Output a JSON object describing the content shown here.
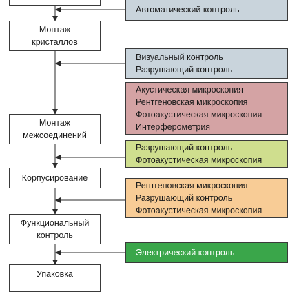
{
  "steps": [
    {
      "lines": [
        ""
      ]
    },
    {
      "lines": [
        "Монтаж",
        "кристаллов"
      ]
    },
    {
      "lines": [
        "Монтаж",
        "межсоединений"
      ]
    },
    {
      "lines": [
        "Корпусирование"
      ]
    },
    {
      "lines": [
        "Функциональный",
        "контроль"
      ]
    },
    {
      "lines": [
        "Упаковка"
      ]
    }
  ],
  "checks": [
    {
      "lines": [
        "Автоматический контроль"
      ],
      "color": "#c9d4dc"
    },
    {
      "lines": [
        "Визуальный контроль",
        "Разрушающий контроль"
      ],
      "color": "#c9d4dc"
    },
    {
      "lines": [
        "Акустическая микроскопия",
        "Рентгеновская микроскопия",
        "Фотоакустическая микроскопия",
        "Интерферометрия"
      ],
      "color": "#d4a3a4"
    },
    {
      "lines": [
        "Разрушающий контроль",
        "Фотоакустическая микроскопия"
      ],
      "color": "#cfde8e"
    },
    {
      "lines": [
        "Рентгеновская микроскопия",
        "Разрушающий контроль",
        "Фотоакустическая микроскопия"
      ],
      "color": "#f8cc96"
    },
    {
      "lines": [
        "Электрический контроль"
      ],
      "color": "#3aa64a",
      "text_color": "#ffffff"
    }
  ]
}
